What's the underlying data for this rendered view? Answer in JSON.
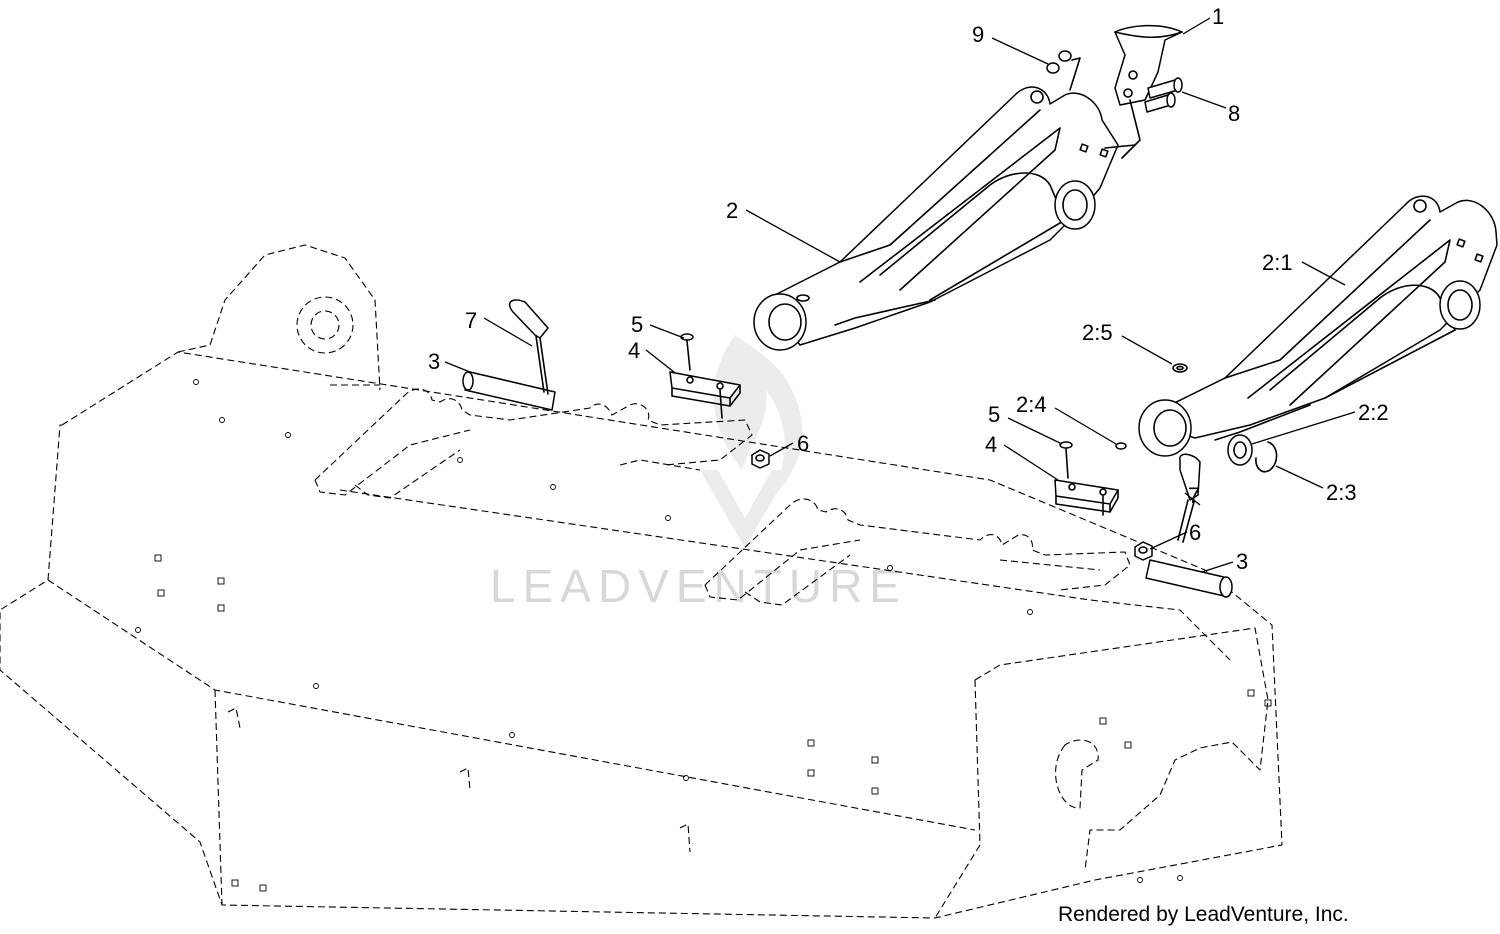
{
  "watermark": "LEADVENTURE",
  "credit": "Rendered by LeadVenture, Inc.",
  "callouts": {
    "c1": "1",
    "c2": "2",
    "c2_1": "2:1",
    "c2_2": "2:2",
    "c2_3": "2:3",
    "c2_4": "2:4",
    "c2_5": "2:5",
    "c3_left": "3",
    "c3_right": "3",
    "c4_left": "4",
    "c4_right": "4",
    "c5_left": "5",
    "c5_right": "5",
    "c6_left": "6",
    "c6_right": "6",
    "c7_left": "7",
    "c7_right": "7",
    "c8": "8",
    "c9": "9"
  }
}
